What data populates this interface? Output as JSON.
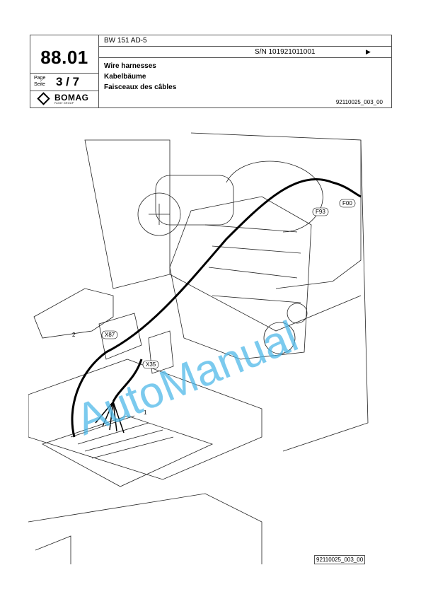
{
  "header": {
    "section_number": "88.01",
    "page_label_de": "Page",
    "page_label_en": "Seite",
    "page_value": "3 / 7",
    "logo_text": "BOMAG",
    "logo_sub": "FAYAT GROUP",
    "model": "BW 151 AD-5",
    "serial": "S/N 101921011001",
    "serial_arrow": "▶",
    "titles": [
      "Wire harnesses",
      "Kabelbäume",
      "Faisceaux des câbles"
    ],
    "doc_number": "92110025_003_00"
  },
  "figure": {
    "callouts": [
      "F00",
      "F93",
      "X87",
      "X35",
      "1",
      "2"
    ],
    "watermark": "AutoManual",
    "footer_code": "92110025_003_00"
  },
  "colors": {
    "watermark": "#4fb8e8",
    "line": "#000000"
  }
}
